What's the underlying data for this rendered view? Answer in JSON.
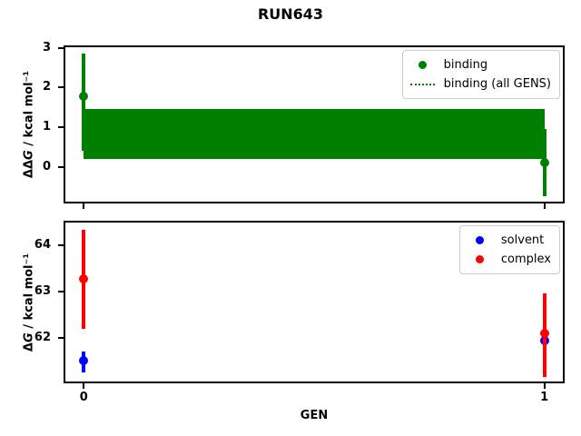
{
  "title": "RUN643",
  "xlabel": "GEN",
  "colors": {
    "binding": "#008000",
    "solvent": "#0000ff",
    "complex": "#ff0000",
    "axis": "#000000",
    "legend_border": "#cccccc"
  },
  "chart_data": [
    {
      "type": "scatter",
      "name": "binding-free-energy-panel",
      "ylabel": "ΔΔG / kcal mol⁻¹",
      "ylabel_parts": [
        "ΔΔ",
        "G",
        " / kcal mol⁻¹"
      ],
      "xlim": [
        -0.04,
        1.04
      ],
      "ylim": [
        -0.88,
        3.02
      ],
      "yticks": [
        0,
        1,
        2,
        3
      ],
      "xticks": [
        0,
        1
      ],
      "xticklabels": [
        "",
        ""
      ],
      "grid": false,
      "legend_position": "upper right",
      "legend": [
        {
          "label": "binding",
          "marker": "dot",
          "color": "#008000"
        },
        {
          "label": "binding (all GENS)",
          "marker": "dotted-line",
          "color": "#008000"
        }
      ],
      "series": [
        {
          "name": "binding",
          "color": "#008000",
          "points": [
            {
              "x": 0,
              "y": 1.78,
              "ylo": 0.4,
              "yhi": 2.85
            },
            {
              "x": 1,
              "y": 0.1,
              "ylo": -0.75,
              "yhi": 0.95
            }
          ]
        }
      ],
      "band": {
        "name": "binding (all GENS)",
        "color": "#008000",
        "x0": 0,
        "x1": 1,
        "ylo": 0.2,
        "yhi": 1.45,
        "center": 0.825
      }
    },
    {
      "type": "scatter",
      "name": "solvent-complex-panel",
      "ylabel": "ΔG / kcal mol⁻¹",
      "ylabel_parts": [
        "Δ",
        "G",
        " / kcal mol⁻¹"
      ],
      "xlim": [
        -0.04,
        1.04
      ],
      "ylim": [
        61.05,
        64.5
      ],
      "yticks": [
        62,
        63,
        64
      ],
      "xticks": [
        0,
        1
      ],
      "xticklabels": [
        "0",
        "1"
      ],
      "grid": false,
      "legend_position": "upper right",
      "legend": [
        {
          "label": "solvent",
          "marker": "dot",
          "color": "#0000ff"
        },
        {
          "label": "complex",
          "marker": "dot",
          "color": "#ff0000"
        }
      ],
      "series": [
        {
          "name": "solvent",
          "color": "#0000ff",
          "points": [
            {
              "x": 0,
              "y": 61.5,
              "ylo": 61.25,
              "yhi": 61.7
            },
            {
              "x": 1,
              "y": 61.93,
              "ylo": 61.78,
              "yhi": 62.08
            }
          ]
        },
        {
          "name": "complex",
          "color": "#ff0000",
          "points": [
            {
              "x": 0,
              "y": 63.27,
              "ylo": 62.2,
              "yhi": 64.35
            },
            {
              "x": 1,
              "y": 62.1,
              "ylo": 61.15,
              "yhi": 62.97
            }
          ]
        }
      ]
    }
  ]
}
